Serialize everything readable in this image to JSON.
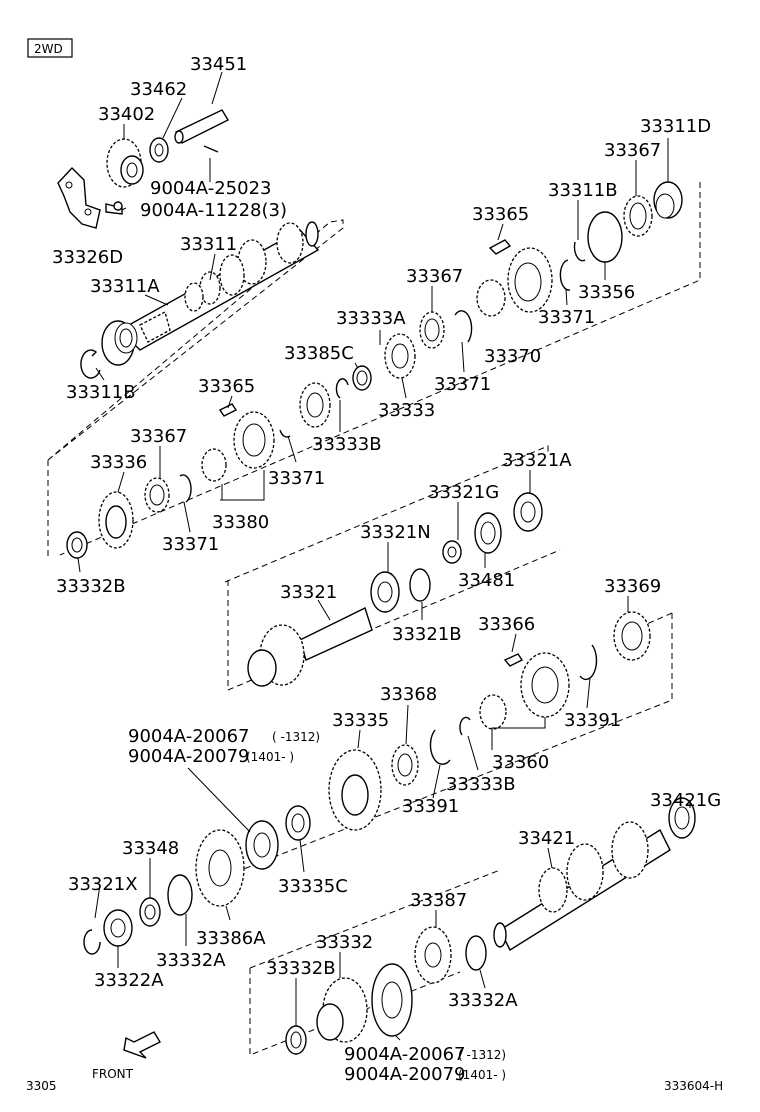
{
  "header": {
    "variant": "2WD"
  },
  "footer": {
    "page_code": "3305",
    "diagram_code": "333604-H",
    "front_label": "FRONT"
  },
  "parts": {
    "p33451": "33451",
    "p33462": "33462",
    "p33402": "33402",
    "p9004A25023": "9004A-25023",
    "p9004A11228": "9004A-11228(3)",
    "p33326D": "33326D",
    "p33311": "33311",
    "p33311A": "33311A",
    "p33311B_a": "33311B",
    "p33311D": "33311D",
    "p33367_a": "33367",
    "p33311B_b": "33311B",
    "p33365_a": "33365",
    "p33356": "33356",
    "p33367_b": "33367",
    "p33371_a": "33371",
    "p33333A": "33333A",
    "p33370": "33370",
    "p33385C": "33385C",
    "p33371_b": "33371",
    "p33365_b": "33365",
    "p33333": "33333",
    "p33333B_a": "33333B",
    "p33367_c": "33367",
    "p33336": "33336",
    "p33371_c": "33371",
    "p33371_d": "33371",
    "p33380": "33380",
    "p33332B_a": "33332B",
    "p33321A": "33321A",
    "p33321G": "33321G",
    "p33321N": "33321N",
    "p33481": "33481",
    "p33321": "33321",
    "p33321B": "33321B",
    "p33369": "33369",
    "p33366": "33366",
    "p33368": "33368",
    "p33391_a": "33391",
    "p9004A20067_a": "9004A-20067",
    "p9004A20067_a_note": "(     -1312)",
    "p9004A20079_a": "9004A-20079",
    "p9004A20079_a_note": "(1401-     )",
    "p33335": "33335",
    "p33360": "33360",
    "p33333B_b": "33333B",
    "p33391_b": "33391",
    "p33421G": "33421G",
    "p33348": "33348",
    "p33335C": "33335C",
    "p33421": "33421",
    "p33321X": "33321X",
    "p33386A": "33386A",
    "p33332A_a": "33332A",
    "p33322A": "33322A",
    "p33387": "33387",
    "p33332": "33332",
    "p33332B_b": "33332B",
    "p33332A_b": "33332A",
    "p9004A20067_b": "9004A-20067",
    "p9004A20067_b_note": "(      -1312)",
    "p9004A20079_b": "9004A-20079",
    "p9004A20079_b_note": "(1401-      )"
  }
}
